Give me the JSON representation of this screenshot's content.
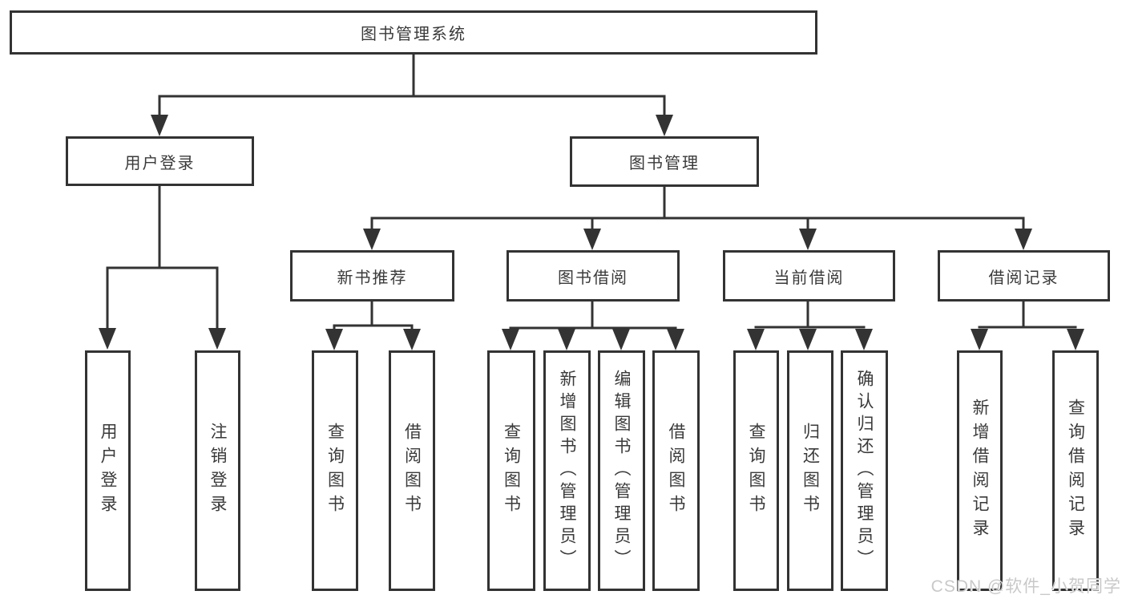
{
  "tree": {
    "root": {
      "label": "图书管理系统"
    },
    "branches": [
      {
        "label": "用户登录",
        "children": [
          {
            "label": "用户登录"
          },
          {
            "label": "注销登录"
          }
        ]
      },
      {
        "label": "图书管理",
        "children": [
          {
            "label": "新书推荐",
            "children": [
              {
                "label": "查询图书"
              },
              {
                "label": "借阅图书"
              }
            ]
          },
          {
            "label": "图书借阅",
            "children": [
              {
                "label": "查询图书"
              },
              {
                "label": "新增图书（管理员）"
              },
              {
                "label": "编辑图书（管理员）"
              },
              {
                "label": "借阅图书"
              }
            ]
          },
          {
            "label": "当前借阅",
            "children": [
              {
                "label": "查询图书"
              },
              {
                "label": "归还图书"
              },
              {
                "label": "确认归还（管理员）"
              }
            ]
          },
          {
            "label": "借阅记录",
            "children": [
              {
                "label": "新增借阅记录"
              },
              {
                "label": "查询借阅记录"
              }
            ]
          }
        ]
      }
    ]
  },
  "watermark": {
    "text": "CSDN @软件_小贺同学"
  },
  "colors": {
    "line": "#333333",
    "text": "#3a3a3a",
    "watermark": "#c9c9c9",
    "background": "#ffffff"
  }
}
